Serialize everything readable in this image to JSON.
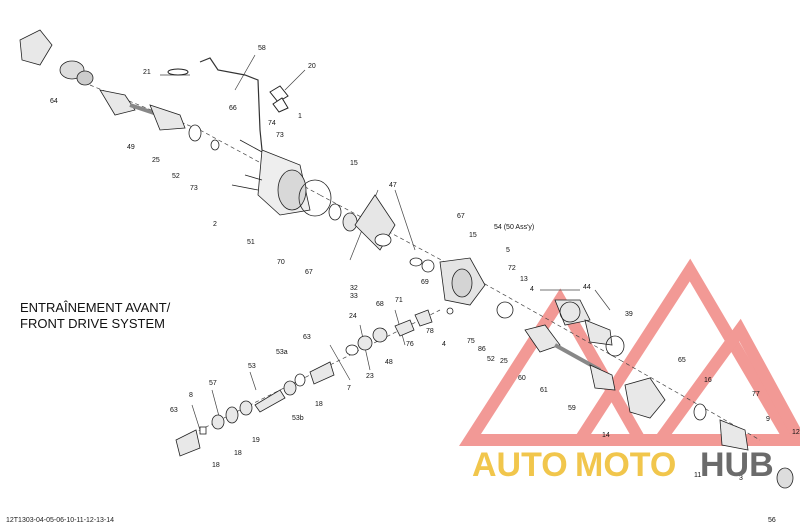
{
  "diagram": {
    "title_line1": "ENTRAÎNEMENT AVANT/",
    "title_line2": "FRONT DRIVE SYSTEM",
    "reference_code": "12T1303-04-05-06-10-11-12-13-14",
    "assembly_note": "54 (50 Ass'y)"
  },
  "watermark": {
    "part1": "AUTO",
    "part2": "MOTO",
    "part3": "HUB",
    "colors": {
      "auto": "#f1c64c",
      "moto": "#f1c64c",
      "hub": "#6b6b6b",
      "logo": "#e8463f"
    }
  },
  "callouts": [
    "58",
    "21",
    "20",
    "64",
    "66",
    "74",
    "73",
    "1",
    "49",
    "25",
    "52",
    "73",
    "15",
    "47",
    "2",
    "51",
    "70",
    "67",
    "67",
    "15",
    "54 (50 Ass'y)",
    "5",
    "72",
    "13",
    "4",
    "32",
    "33",
    "69",
    "44",
    "39",
    "4",
    "75",
    "86",
    "52",
    "25",
    "60",
    "68",
    "71",
    "24",
    "78",
    "48",
    "76",
    "23",
    "63",
    "53a",
    "7",
    "61",
    "65",
    "16",
    "53",
    "18",
    "57",
    "59",
    "14",
    "77",
    "9",
    "8",
    "53b",
    "18",
    "63",
    "19",
    "18",
    "12",
    "11",
    "3",
    "56"
  ]
}
